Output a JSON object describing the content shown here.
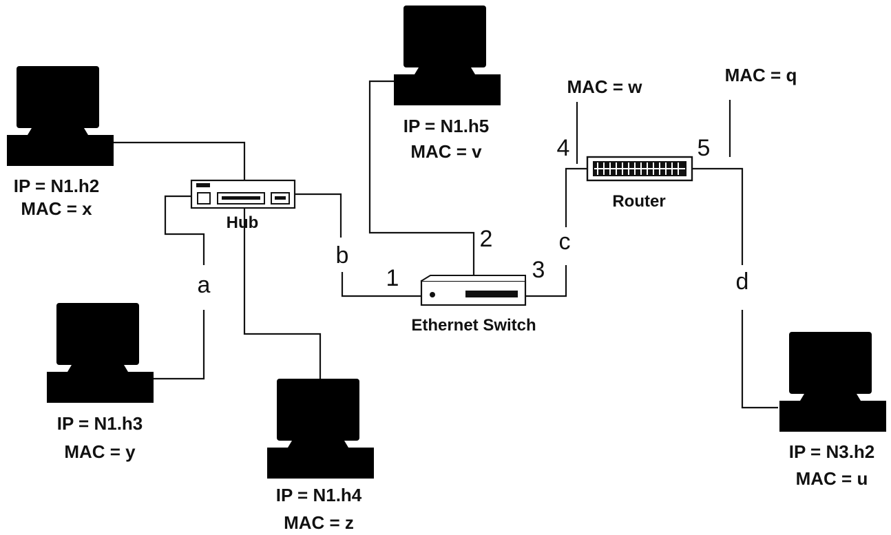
{
  "hosts": {
    "h2": {
      "ip": "IP = N1.h2",
      "mac": "MAC = x"
    },
    "h3": {
      "ip": "IP = N1.h3",
      "mac": "MAC = y"
    },
    "h4": {
      "ip": "IP = N1.h4",
      "mac": "MAC = z"
    },
    "h5": {
      "ip": "IP = N1.h5",
      "mac": "MAC = v"
    },
    "n3h2": {
      "ip": "IP = N3.h2",
      "mac": "MAC = u"
    }
  },
  "devices": {
    "hub": "Hub",
    "switch": "Ethernet Switch",
    "router": "Router"
  },
  "segments": {
    "a": "a",
    "b": "b",
    "c": "c",
    "d": "d"
  },
  "ports": {
    "p1": "1",
    "p2": "2",
    "p3": "3",
    "p4": "4",
    "p5": "5"
  },
  "router_macs": {
    "port4": "MAC = w",
    "port5": "MAC = q"
  }
}
